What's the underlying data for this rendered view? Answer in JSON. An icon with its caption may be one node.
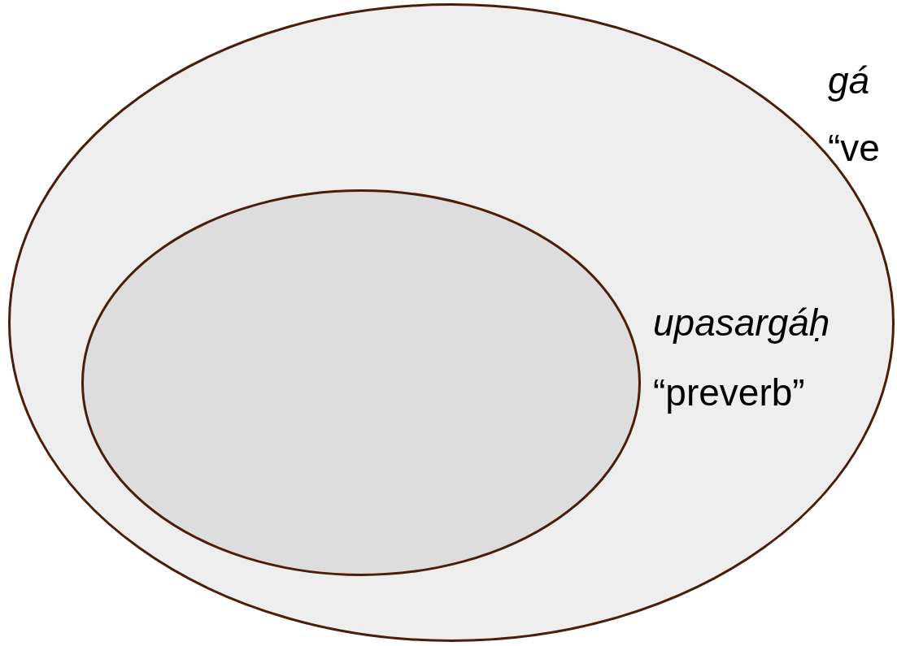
{
  "diagram": {
    "nodes": [
      {
        "text": [
          "gá",
          "“ve"
        ]
      },
      {
        "text": [
          "upasargáḥ",
          "“preverb”"
        ],
        "in": 0
      }
    ]
  }
}
